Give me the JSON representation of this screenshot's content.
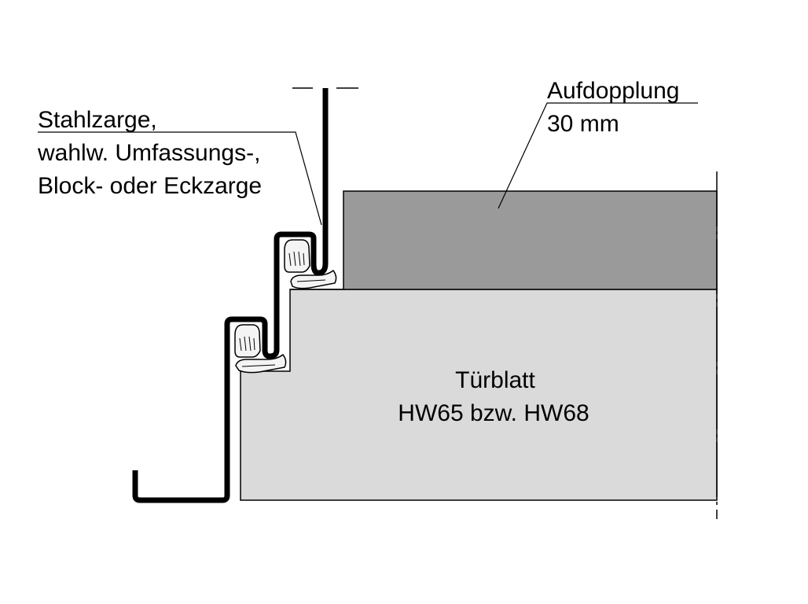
{
  "labels": {
    "frame": {
      "line1": "Stahlzarge,",
      "line2": "wahlw. Umfassungs-,",
      "line3": "Block- oder Eckzarge"
    },
    "cladding": {
      "line1": "Aufdopplung",
      "line2": "30 mm"
    },
    "door_leaf": {
      "line1": "Türblatt",
      "line2": "HW65 bzw. HW68"
    }
  },
  "colors": {
    "cladding_fill": "#9a9a9a",
    "door_leaf_fill": "#dadada",
    "frame_stroke": "#000000",
    "seal_fill": "#f4f4f4"
  }
}
